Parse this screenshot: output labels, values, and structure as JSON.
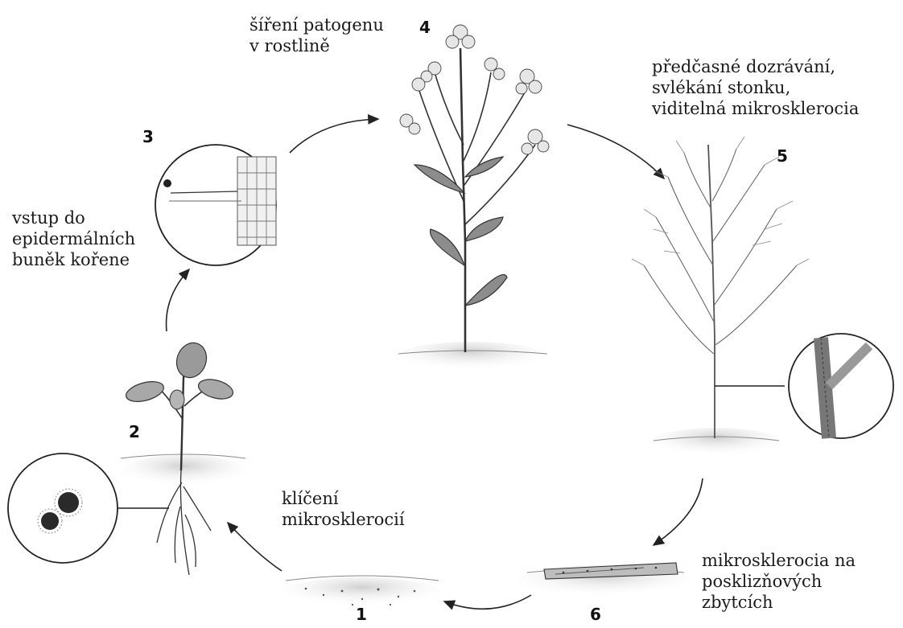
{
  "stages": [
    {
      "number": "1",
      "label_lines": [
        "klíčení",
        "mikrosklerocií"
      ]
    },
    {
      "number": "2",
      "label_lines": [
        "vstup do",
        "epidermálních",
        "buněk kořene"
      ]
    },
    {
      "number": "3",
      "label_lines": []
    },
    {
      "number": "4",
      "label_lines": [
        "šíření patogenu",
        "v rostlině"
      ]
    },
    {
      "number": "5",
      "label_lines": [
        "předčasné dozrávání,",
        "svlékání stonku,",
        "viditelná mikrosklerocia"
      ]
    },
    {
      "number": "6",
      "label_lines": [
        "mikrosklerocia na",
        "posklizňových",
        "zbytcích"
      ]
    }
  ],
  "colors": {
    "ink": "#1b1b1b",
    "leaf": "#8c8c8c",
    "ground": "#d9d9d9"
  }
}
